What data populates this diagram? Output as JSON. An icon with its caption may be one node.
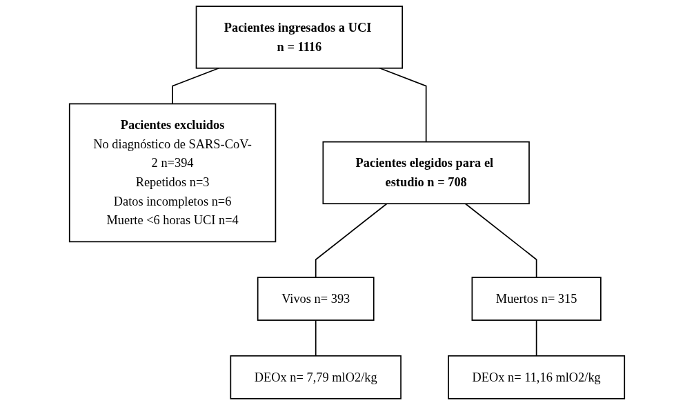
{
  "diagram": {
    "nodes": [
      {
        "text": [
          "Pacientes ingresados a UCI n = 1116"
        ]
      },
      {
        "text": [
          "Pacientes excluidos",
          "No diagnóstico de SARS-CoV-2 n=394",
          "Repetidos n=3",
          "Datos incompletos n=6",
          "Muerte <6 horas UCI n=4"
        ]
      },
      {
        "text": [
          "Pacientes elegidos para el estudio n = 708"
        ]
      },
      {
        "text": [
          "Vivos n= 393"
        ]
      },
      {
        "text": [
          "Muertos n= 315"
        ]
      },
      {
        "text": [
          "DEOx n= 7,79 mlO2/kg"
        ]
      },
      {
        "text": [
          "DEOx n= 11,16 mlO2/kg"
        ]
      }
    ],
    "edges": [
      {
        "from": 0,
        "to": 2,
        "arrow": "none"
      },
      {
        "from": 0,
        "to": 1,
        "arrow": "none"
      },
      {
        "from": 2,
        "to": 3,
        "arrow": "none"
      },
      {
        "from": 2,
        "to": 4,
        "arrow": "none"
      },
      {
        "from": 3,
        "to": 5,
        "arrow": "none"
      },
      {
        "from": 4,
        "to": 6,
        "arrow": "none"
      }
    ]
  }
}
